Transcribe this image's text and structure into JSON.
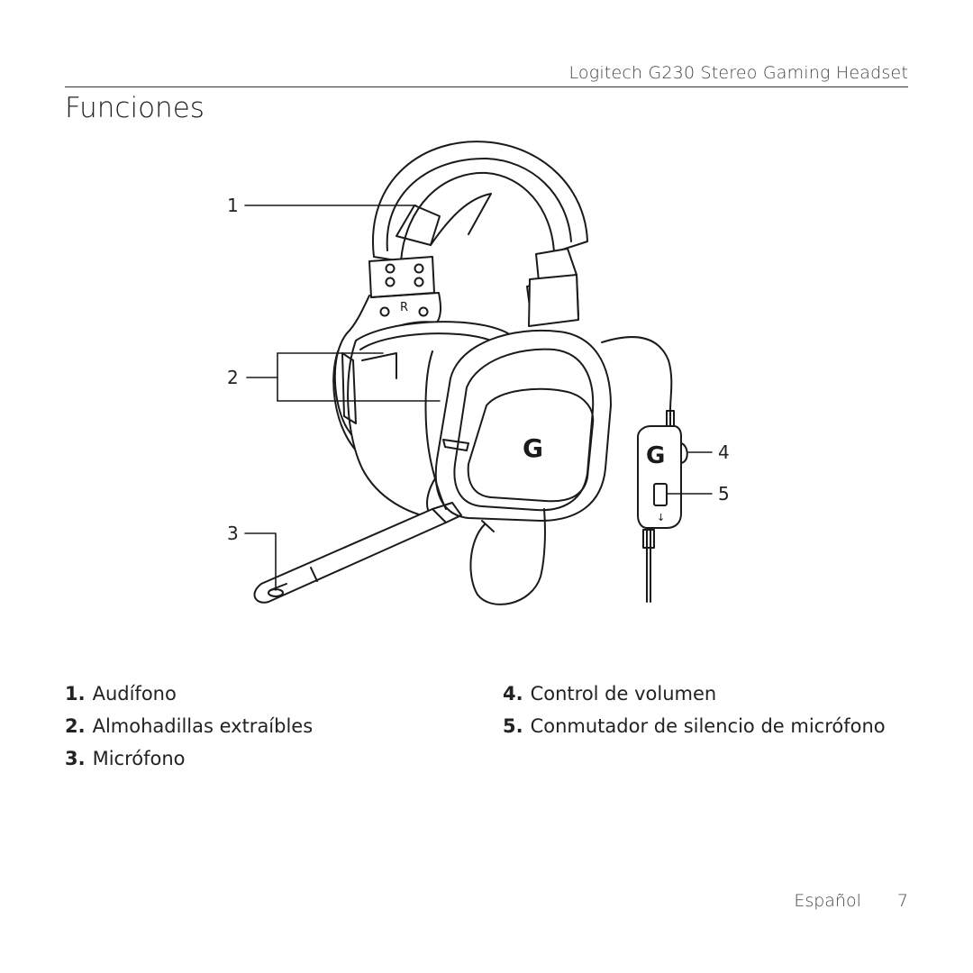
{
  "header": {
    "product_title": "Logitech G230 Stereo Gaming Headset"
  },
  "page": {
    "title": "Funciones"
  },
  "figure": {
    "callouts": [
      "1",
      "2",
      "3",
      "4",
      "5"
    ],
    "earcup_label": "R",
    "logo_glyph": "G"
  },
  "legend": {
    "left": [
      {
        "num": "1.",
        "text": "Audífono"
      },
      {
        "num": "2.",
        "text": "Almohadillas extraíbles"
      },
      {
        "num": "3.",
        "text": "Micrófono"
      }
    ],
    "right": [
      {
        "num": "4.",
        "text": "Control de volumen"
      },
      {
        "num": "5.",
        "text": "Conmutador de silencio de micrófono"
      }
    ]
  },
  "footer": {
    "language": "Español",
    "page_number": "7"
  }
}
